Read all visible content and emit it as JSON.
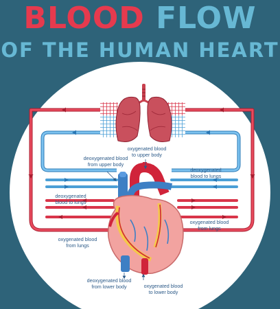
{
  "title": {
    "word1": "BLOOD",
    "word2": "FLOW",
    "line2": "OF THE HUMAN HEART"
  },
  "labels": {
    "oxy_upper": [
      "oxygenated blood",
      "to upper body"
    ],
    "deoxy_upper": [
      "deoxygenated blood",
      "from upper body"
    ],
    "deoxy_lungs_right": [
      "deoxygenated",
      "blood to lungs"
    ],
    "deoxy_lungs_left": [
      "deoxygenated",
      "blood to lungs"
    ],
    "oxy_from_lungs_right": [
      "oxygenated blood",
      "from lungs"
    ],
    "oxy_from_lungs_left": [
      "oxygenated blood",
      "from lungs"
    ],
    "deoxy_lower": [
      "deoxygenated blood",
      "from lower body"
    ],
    "oxy_lower": [
      "oxygenated blood",
      "to lower body"
    ]
  },
  "colors": {
    "background": "#2e6379",
    "circle": "#ffffff",
    "oxygenated": "#d9354a",
    "deoxygenated": "#4b9fd6",
    "heart": "#f2a3a0",
    "label_text": "#2c5a88"
  }
}
